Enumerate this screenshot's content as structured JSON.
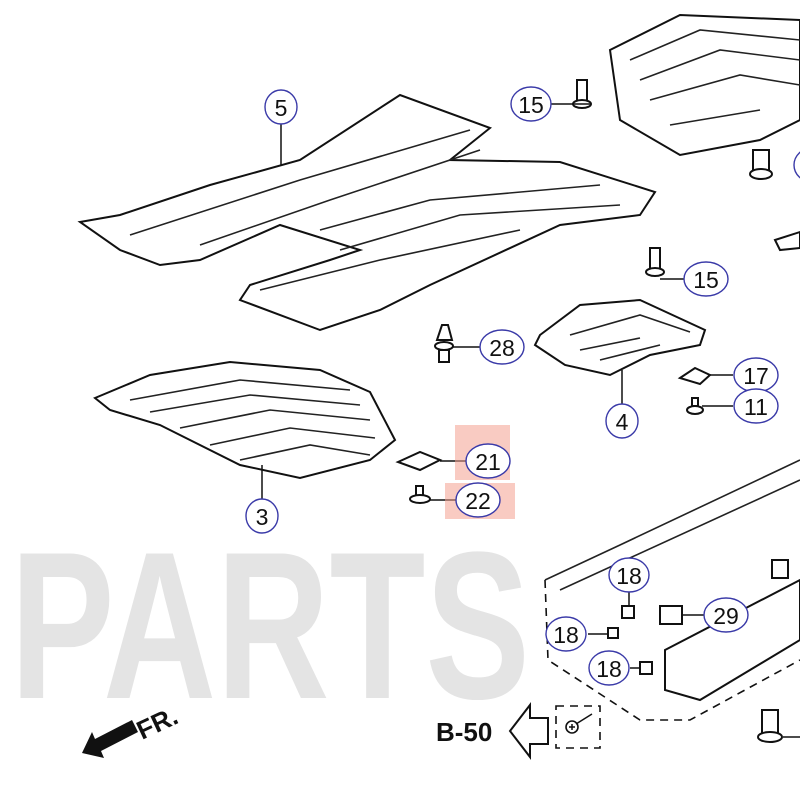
{
  "watermark": "PARTS",
  "callouts": [
    {
      "id": "c5",
      "label": "5"
    },
    {
      "id": "c15a",
      "label": "15"
    },
    {
      "id": "c15b",
      "label": "15"
    },
    {
      "id": "c28",
      "label": "28"
    },
    {
      "id": "c17",
      "label": "17"
    },
    {
      "id": "c11",
      "label": "11"
    },
    {
      "id": "c4",
      "label": "4"
    },
    {
      "id": "c21",
      "label": "21"
    },
    {
      "id": "c22",
      "label": "22"
    },
    {
      "id": "c3",
      "label": "3"
    },
    {
      "id": "c18a",
      "label": "18"
    },
    {
      "id": "c29",
      "label": "29"
    },
    {
      "id": "c18b",
      "label": "18"
    },
    {
      "id": "c18c",
      "label": "18"
    }
  ],
  "highlighted": [
    "21",
    "22"
  ],
  "reference_label": "B-50",
  "front_label": "FR.",
  "colors": {
    "callout_ring": "#3a3aa8",
    "highlight": "#f4a090",
    "watermark": "#e4e4e4"
  }
}
